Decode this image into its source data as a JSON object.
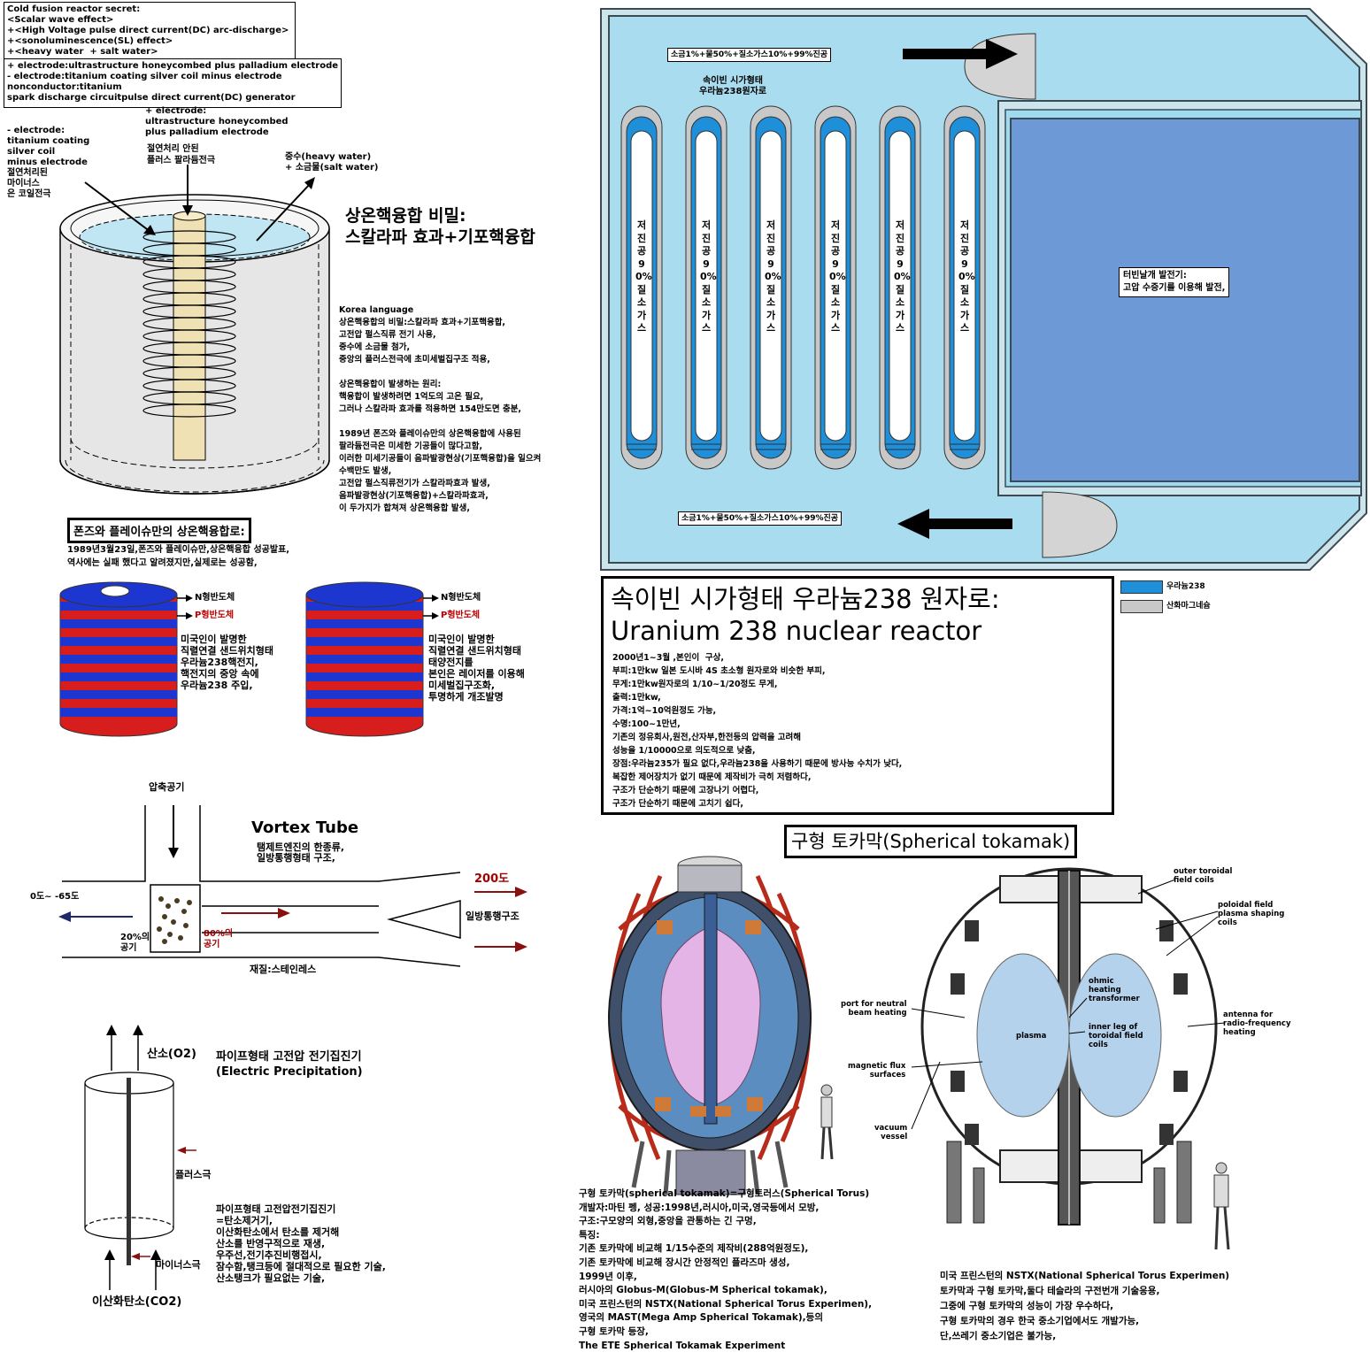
{
  "cold_fusion": {
    "secret_box": "Cold fusion reactor secret:\n<Scalar wave effect>\n+<High Voltage pulse direct current(DC) arc-discharge>\n+<sonoluminescence(SL) effect>\n+<heavy water  + salt water>",
    "electrode_box": "+ electrode:ultrastructure honeycombed plus palladium electrode\n- electrode:titanium coating silver coil minus electrode\nnonconductor:titanium\nspark discharge circuitpulse direct current(DC) generator",
    "plus_electrode": "+ electrode:\nultrastructure honeycombed\nplus palladium electrode",
    "plus_electrode_kr": "절연처리 안된\n플러스 팔라듐전극",
    "minus_electrode": "- electrode:\ntitanium coating\nsilver coil\nminus electrode\n절연처리된\n마이너스\n은 코일전극",
    "heavy_water": "중수(heavy water)\n+ 소금물(salt water)",
    "title": "상온핵융합 비밀:\n스칼라파 효과+기포핵융합",
    "description": "Korea language\n상온핵융합의 비밀:스칼라파 효과+기포핵융합,\n고전압 펄스직류 전기 사용,\n중수에 소금물 첨가,\n중앙의 플러스전극에 초미세벌집구조 적용,\n\n상온핵융합이 발생하는 원리:\n핵융합이 발생하려면 1억도의 고온 필요,\n그러나 스칼라파 효과를 적용하면 154만도면 충분,\n\n1989년 폰즈와 플레이슈만의 상온핵융합에 사용된\n팔라듐전극은 미세한 기공들이 많다고함,\n이러한 미세기공들이 음파발광현상(기포핵융합)을 일으켜\n수백만도 발생,\n고전압 펄스직류전기가 스칼라파효과 발생,\n음파발광현상(기포핵융합)+스칼라파효과,\n이 두가지가 합쳐져 상온핵융합 발생,"
  },
  "pons": {
    "title": "폰즈와 플레이슈만의 상온핵융합로:",
    "text": "1989년3월23일,폰즈와 플레이슈만,상온핵융합 성공발표,\n역사에는 실패 했다고 알려졌지만,실제로는 성공함,",
    "n_label": "N형반도체",
    "p_label": "P형반도체",
    "battery1": "미국인이 발명한\n직렬연결 샌드위치형태\n우라늄238핵전지,\n핵전지의 중앙 속에\n우라늄238 주입,",
    "battery2": "미국인이 발명한\n직렬연결 샌드위치형태\n태양전지를\n본인은 레이저를 이용해\n미세벌집구조화,\n투명하게 개조발명"
  },
  "vortex": {
    "title": "Vortex Tube",
    "subtitle": "탬제트엔진의 한종류,\n일방통행형태 구조,",
    "compressed_air": "압축공기",
    "cold": "0도~ -65도",
    "hot": "200도",
    "one_way": "일방통행구조",
    "air20": "20%의\n공기",
    "air80": "80%의\n공기",
    "material": "재질:스테인레스"
  },
  "precipitator": {
    "oxygen": "산소(O2)",
    "title": "파이프형태 고전압 전기집진기\n(Electric Precipitation)",
    "plus": "플러스극",
    "minus": "마이너스극",
    "co2": "이산화탄소(CO2)",
    "text": "파이프형태 고전압전기집진기\n=탄소제거기,\n이산화탄소에서 탄소를 제거해\n산소를 반영구적으로 재생,\n우주선,전기추진비행접시,\n잠수함,탱크등에 절대적으로 필요한 기술,\n산소탱크가 필요없는 기술,"
  },
  "reactor": {
    "top_label": "소금1%+물50%+질소가스10%+99%진공",
    "bottom_label": "소금1%+물50%+질소가스10%+99%진공",
    "core_label": "속이빈 시가형태\n우라늄238원자로",
    "rod_label": "저진공90%질소가스",
    "turbine": "터빈날개 발전기:\n고압 수증기를 이용해 발전,",
    "legend": [
      {
        "label": "우라늄238",
        "color": "#1e8fd8"
      },
      {
        "label": "산화마그네슘",
        "color": "#c8c8c8"
      }
    ],
    "title_kr": "속이빈 시가형태 우라늄238 원자로:",
    "title_en": "Uranium 238 nuclear reactor",
    "details": "2000년1~3월 ,본인이  구상,\n부피:1만kw 일본 도시바 4S 초소형 원자로와 비슷한 부피,\n무게:1만kw원자로의 1/10~1/20정도 무게,\n출력:1만kw,\n가격:1억~10억원정도 가능,\n수명:100~1만년,\n기존의 정유회사,원전,산자부,한전등의 압력을 고려해\n성능을 1/10000으로 의도적으로 낮춤,\n장점:우라늄235가 필요 없다,우라늄238을 사용하기 때문에 방사능 수치가 낮다,\n복잡한 제어장치가 없기 때문에 제작비가 극히 저렴하다,\n구조가 단순하기 때문에 고장나기 어렵다,\n구조가 단순하기 때문에 고치기 쉽다,"
  },
  "tokamak": {
    "title": "구형 토카막(Spherical tokamak)",
    "labels": {
      "outer_coils": "outer toroidal\nfield coils",
      "poloidal": "poloidal field\nplasma shaping\ncoils",
      "port": "port for neutral\nbeam heating",
      "ohmic": "ohmic\nheating\ntransformer",
      "plasma": "plasma",
      "inner_leg": "inner leg of\ntoroidal field\ncoils",
      "antenna": "antenna for\nradio-frequency\nheating",
      "flux": "magnetic flux\nsurfaces",
      "vessel": "vacuum\nvessel"
    },
    "left_text": "구형 토카막(spherical tokamak)=구형토러스(Spherical Torus)\n개발자:마틴 펭, 성공:1998년,러시아,미국,영국등에서 모방,\n구조:구모양의 외형,중앙을 관통하는 긴 구멍,\n특징:\n기존 토카막에 비교해 1/15수준의 제작비(288억원정도),\n기존 토카막에 비교해 장시간 안정적인 플라즈마 생성,\n1999년 이후,\n러시아의 Globus-M(Globus-M Spherical tokamak),\n미국 프린스턴의 NSTX(National Spherical Torus Experimen),\n영국의 MAST(Mega Amp Spherical Tokamak),등의\n구형 토카막 등장,\nThe ETE Spherical Tokamak Experiment",
    "right_text": "미국 프린스턴의 NSTX(National Spherical Torus Experimen)\n토카막과 구형 토카막,둘다 테슬라의 구전번개 기술응용,\n그중에 구형 토카막의 성능이 가장 우수하다,\n구형 토카막의 경우 한국 중소기업에서도 개발가능,\n단,쓰레기 중소기업은 불가능,"
  }
}
